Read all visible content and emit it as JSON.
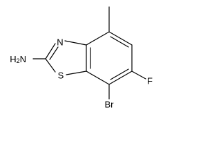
{
  "molecule": {
    "atoms": {
      "nitrogen": "N",
      "sulfur": "S",
      "fluorine": "F",
      "bromine": "Br",
      "amine_h": "H",
      "amine_h_count": "2",
      "amine_n": "N"
    },
    "colors": {
      "bond": "#000000",
      "label": "#000000",
      "background": "#ffffff"
    }
  }
}
